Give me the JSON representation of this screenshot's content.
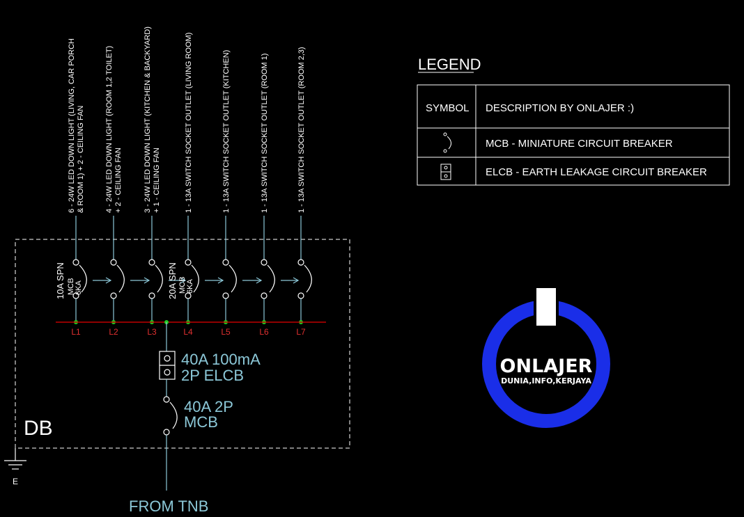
{
  "legend": {
    "title": "LEGEND",
    "header_symbol": "SYMBOL",
    "header_description": "DESCRIPTION BY ONLAJER :)",
    "rows": [
      {
        "description": "MCB - MINIATURE CIRCUIT BREAKER"
      },
      {
        "description": "ELCB - EARTH LEAKAGE CIRCUIT BREAKER"
      }
    ]
  },
  "circuits": [
    {
      "id": "L1",
      "line1": "6 - 24W LED DOWN LIGHT (LIVING, CAR PORCH",
      "line2": "& ROOM 1) + 2 - CEILING FAN"
    },
    {
      "id": "L2",
      "line1": "4 - 24W LED DOWN LIGHT (ROOM 1,2 TOILET)",
      "line2": "+ 2 - CEILING FAN"
    },
    {
      "id": "L3",
      "line1": "3 - 24W LED DOWN LIGHT (KITCHEN & BACKYARD)",
      "line2": "+ 1 - CEILING FAN"
    },
    {
      "id": "L4",
      "line1": "1 - 13A SWITCH SOCKET OUTLET (LIVING ROOM)",
      "line2": ""
    },
    {
      "id": "L5",
      "line1": "1 - 13A SWITCH SOCKET OUTLET (KITCHEN)",
      "line2": ""
    },
    {
      "id": "L6",
      "line1": "1 - 13A SWITCH SOCKET OUTLET (ROOM 1)",
      "line2": ""
    },
    {
      "id": "L7",
      "line1": "1 - 13A SWITCH SOCKET OUTLET (ROOM 2,3)",
      "line2": ""
    }
  ],
  "mcb_groups": [
    {
      "l1": "10A SPN",
      "l2": "MCB",
      "l3": "6KA"
    },
    {
      "l1": "20A SPN",
      "l2": "MCB",
      "l3": "6KA"
    }
  ],
  "elcb": {
    "line1": "40A 100mA",
    "line2": "2P ELCB"
  },
  "main_mcb": {
    "line1": "40A 2P",
    "line2": "MCB"
  },
  "db_label": "DB",
  "earth_label": "E",
  "supply_label": "FROM TNB",
  "logo": {
    "name": "ONLAJER",
    "tagline": "DUNIA,INFO,KERJAYA"
  },
  "colors": {
    "wire": "#8cc8d8",
    "busbar": "#c00000",
    "label_red": "#e03030",
    "node_green": "#22cc22",
    "logo_ring": "#1a2ee8"
  }
}
